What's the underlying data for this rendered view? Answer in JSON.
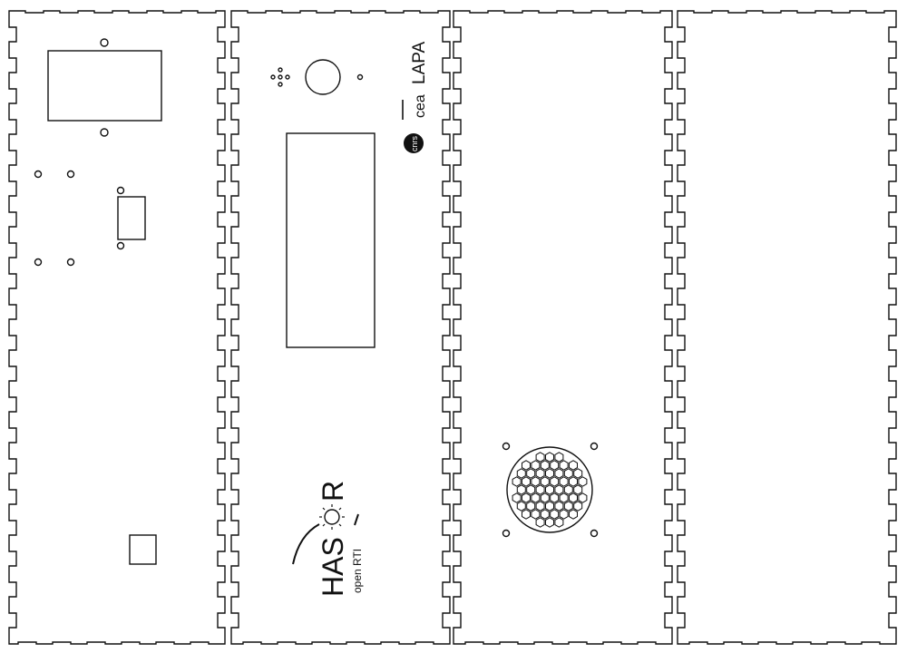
{
  "panels": [
    {
      "id": "panel-1"
    },
    {
      "id": "panel-2"
    },
    {
      "id": "panel-3"
    },
    {
      "id": "panel-4"
    }
  ],
  "logos": {
    "lab": "LAPA",
    "cea": "cea",
    "cnrs": "cnrs",
    "product_main": "HAS",
    "product_r": "R",
    "product_sub": "open RTI"
  },
  "colors": {
    "line": "#111111",
    "background": "#ffffff",
    "cnrs_badge": "#111111"
  }
}
